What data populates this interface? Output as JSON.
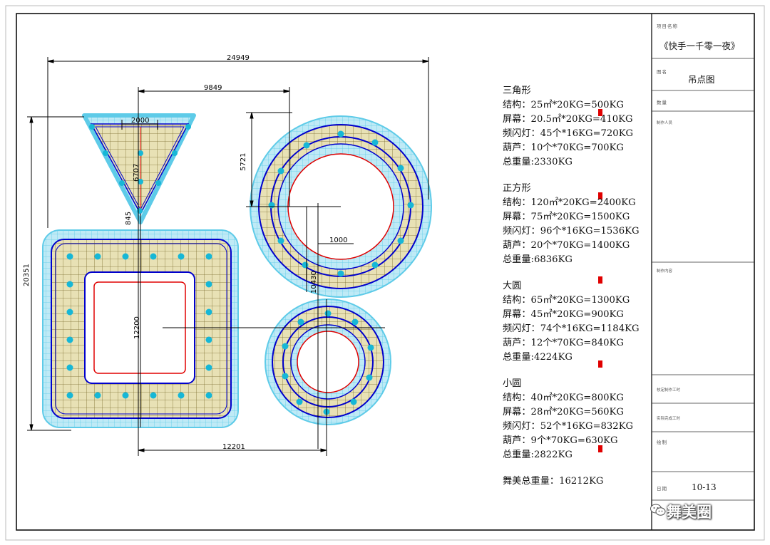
{
  "dimensions": {
    "overall_width": "24949",
    "triangle_offset": "9849",
    "triangle_top": "2000",
    "triangle_height": "6707",
    "gap": "845",
    "circle_offset": "5721",
    "circle_inner": "1000",
    "total_height": "20351",
    "square_height": "12200",
    "circle_height": "10430",
    "bottom_width": "12201"
  },
  "notes": [
    {
      "title": "三角形",
      "lines": [
        "结构：25㎡*20KG=500KG",
        "屏幕：20.5㎡*20KG=410KG",
        "频闪灯：45个*16KG=720KG",
        "葫芦：10个*70KG=700KG",
        "总重量:2330KG"
      ]
    },
    {
      "title": "正方形",
      "lines": [
        "结构：120㎡*20KG=2400KG",
        "屏幕：75㎡*20KG=1500KG",
        "频闪灯：96个*16KG=1536KG",
        "葫芦：20个*70KG=1400KG",
        "总重量:6836KG"
      ]
    },
    {
      "title": "大圆",
      "lines": [
        "结构：65㎡*20KG=1300KG",
        "屏幕：45㎡*20KG=900KG",
        "频闪灯：74个*16KG=1184KG",
        "葫芦：12个*70KG=840KG",
        "总重量:4224KG"
      ]
    },
    {
      "title": "小圆",
      "lines": [
        "结构：40㎡*20KG=800KG",
        "屏幕：28㎡*20KG=560KG",
        "频闪灯：52个*16KG=832KG",
        "葫芦：9个*70KG=630KG",
        "总重量:2822KG"
      ]
    }
  ],
  "grand_total": "舞美总重量：16212KG",
  "title_block": {
    "project_label": "项目名称",
    "project_value": "《快手一千零一夜》",
    "drawing_label": "图名",
    "drawing_value": "吊点图",
    "qty_label": "数量",
    "maker_label": "制作人员",
    "content_label": "制作内容",
    "confirm_label": "核定制作工时",
    "actual_label": "实际完成工时",
    "draw_label": "绘制",
    "date_label": "日期",
    "date_value": "10-13"
  },
  "watermark": "舞美圈",
  "colors": {
    "frame": "#0000cc",
    "edge": "#5ecbe8",
    "grid": "#7a6b2c",
    "fill": "#e8e1b5",
    "red": "#e00000",
    "dot": "#17b7d6"
  },
  "icons": [
    "wechat-icon"
  ]
}
